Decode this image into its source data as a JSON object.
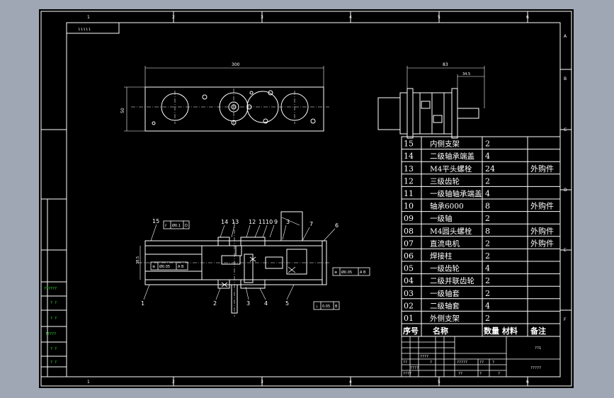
{
  "frame": {
    "corner_label": "ιιιιι",
    "top_zone_numbers": [
      "1",
      "2",
      "3",
      "4",
      "5",
      "6"
    ],
    "bottom_zone_numbers": [
      "1",
      "2",
      "3",
      "4",
      "5",
      "6"
    ],
    "side_zone_letters": [
      "A",
      "B",
      "C",
      "D",
      "E",
      "F"
    ]
  },
  "dimensions": {
    "top_width": "300",
    "top_height": "50",
    "side_width": "83",
    "side_sub": "34.5",
    "section_height": "38.5"
  },
  "callouts": [
    "15",
    "14",
    "13",
    "12",
    "11",
    "10",
    "9",
    "3",
    "7",
    "6",
    "1",
    "2",
    "3",
    "4",
    "5"
  ],
  "tolerances": {
    "t1_sym": "⫽",
    "t1_val": "Ø0.1",
    "t1_ref": "D",
    "t2_sym": "⊚",
    "t2_val": "Ø0.05",
    "t2_ref": "A B",
    "t3_sym": "⊚",
    "t3_val": "Ø0.05",
    "t3_ref": "A B",
    "t4_sym": "⊥",
    "t4_val": "0.05",
    "t4_ref": "B"
  },
  "bom": {
    "rows": [
      {
        "no": "15",
        "name": "内侧支架",
        "qty": "2",
        "remark": ""
      },
      {
        "no": "14",
        "name": "二级轴承端盖",
        "qty": "4",
        "remark": ""
      },
      {
        "no": "13",
        "name": "M4平头螺栓",
        "qty": "24",
        "remark": "外购件"
      },
      {
        "no": "12",
        "name": "三级齿轮",
        "qty": "2",
        "remark": ""
      },
      {
        "no": "11",
        "name": "一级轴轴承端盖",
        "qty": "4",
        "remark": ""
      },
      {
        "no": "10",
        "name": "轴承6000",
        "qty": "8",
        "remark": "外购件"
      },
      {
        "no": "09",
        "name": "一级轴",
        "qty": "2",
        "remark": ""
      },
      {
        "no": "08",
        "name": "M4圆头螺栓",
        "qty": "8",
        "remark": "外购件"
      },
      {
        "no": "07",
        "name": "直流电机",
        "qty": "2",
        "remark": "外购件"
      },
      {
        "no": "06",
        "name": "焊接柱",
        "qty": "2",
        "remark": ""
      },
      {
        "no": "05",
        "name": "一级齿轮",
        "qty": "4",
        "remark": ""
      },
      {
        "no": "04",
        "name": "二级并联齿轮",
        "qty": "2",
        "remark": ""
      },
      {
        "no": "03",
        "name": "一级轴套",
        "qty": "2",
        "remark": ""
      },
      {
        "no": "02",
        "name": "二级轴套",
        "qty": "4",
        "remark": ""
      },
      {
        "no": "01",
        "name": "外侧支架",
        "qty": "2",
        "remark": ""
      }
    ],
    "header": {
      "no": "序号",
      "name": "名称",
      "qty_material": "数量 材料",
      "remark": "备注"
    }
  },
  "title_block": {
    "drawing_name": "??1",
    "drawing_code": "?????",
    "mark_a": "????",
    "mark_b": "?????",
    "mark_c": "??",
    "mark_d": "?",
    "mark_e": "??",
    "mark_f": "????",
    "mark_g": "?",
    "mark_h": "??",
    "mark_i": "?",
    "mark_j": "?",
    "mark_k": "????"
  },
  "left_strip": [
    "??????",
    "? ?",
    "? ?",
    "?????",
    "? ?",
    "? ?"
  ]
}
